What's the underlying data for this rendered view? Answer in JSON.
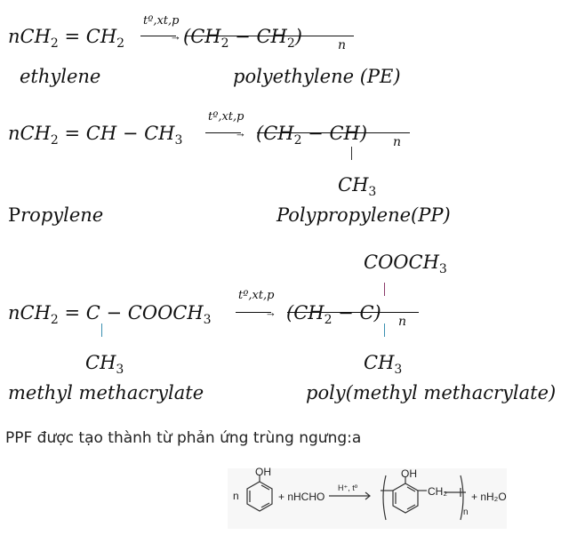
{
  "reactions": [
    {
      "id": "ethylene",
      "reactant": "nCH₂ = CH₂",
      "conditions": "tº,xt,p",
      "product_open": "(",
      "product": "CH₂ − CH₂",
      "product_close": ")",
      "repeat": "n",
      "reactant_name": "ethylene",
      "product_name": "polyethylene (PE)"
    },
    {
      "id": "propylene",
      "reactant": "nCH₂ = CH − CH₃",
      "conditions": "tº,xt,p",
      "product": "CH₂ − CH",
      "repeat": "n",
      "product_substituent_below": "CH₃",
      "reactant_name": "Propylene",
      "product_name": "Polypropylene(PP)"
    },
    {
      "id": "methyl-methacrylate",
      "reactant": "nCH₂ = C − COOCH₃",
      "reactant_substituent_below": "CH₃",
      "conditions": "tº,xt,p",
      "product": "CH₂ − C",
      "repeat": "n",
      "product_substituent_above": "COOCH₃",
      "product_substituent_below": "CH₃",
      "reactant_name": "methyl methacrylate",
      "product_name": "poly(methyl methacrylate)"
    }
  ],
  "paragraph": "PPF được tạo thành từ phản ứng trùng ngưng:a",
  "ppf_figure": {
    "reactant1_coef": "n",
    "reactant1_group": "OH",
    "plus1": "+ nHCHO",
    "conditions": "H⁺, tº",
    "product_group": "OH",
    "product_link": "CH₂",
    "repeat": "n",
    "plus2": "+ nH₂O"
  }
}
